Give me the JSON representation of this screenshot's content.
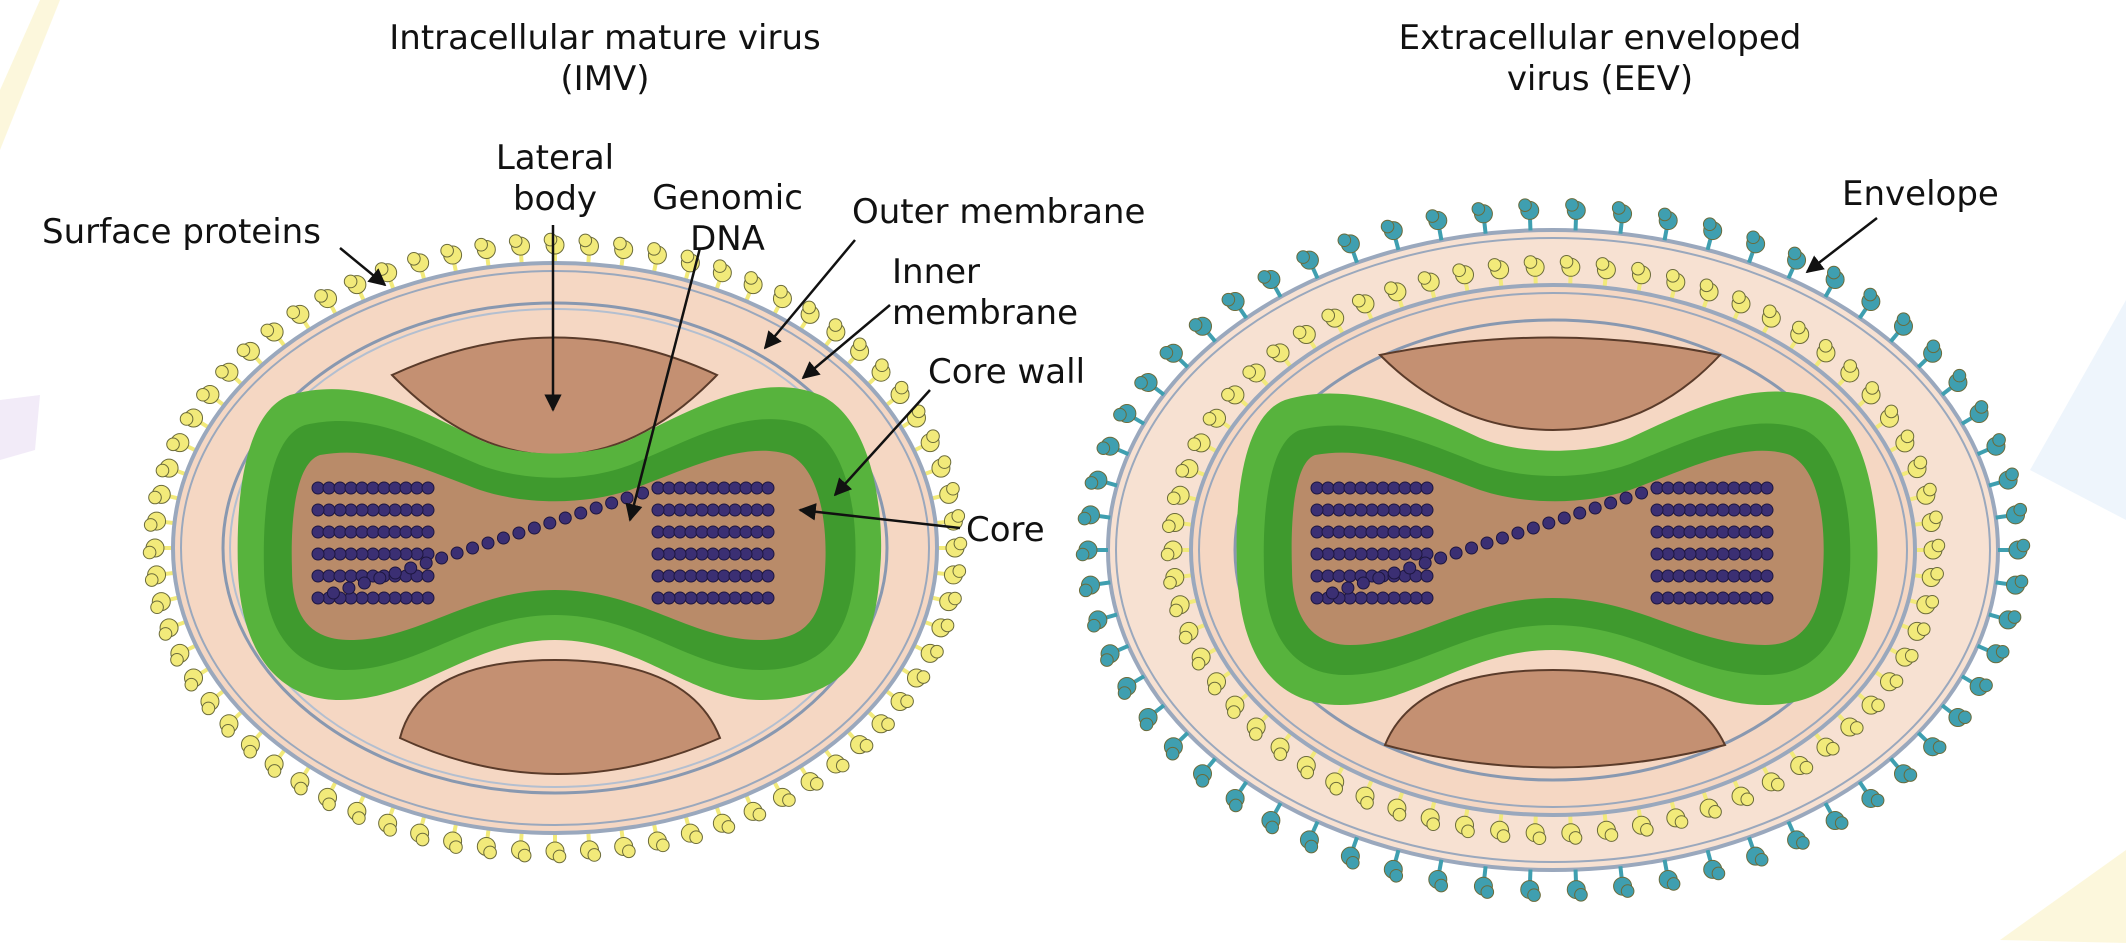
{
  "imv": {
    "title_line1": "Intracellular mature virus",
    "title_line2": "(IMV)",
    "labels": {
      "surface_proteins": "Surface proteins",
      "lateral_body_1": "Lateral",
      "lateral_body_2": "body",
      "genomic_dna_1": "Genomic",
      "genomic_dna_2": "DNA",
      "outer_membrane": "Outer membrane",
      "inner_membrane_1": "Inner",
      "inner_membrane_2": "membrane",
      "core_wall": "Core wall",
      "core": "Core"
    }
  },
  "eev": {
    "title_line1": "Extracellular enveloped",
    "title_line2": "virus (EEV)",
    "labels": {
      "envelope": "Envelope"
    }
  },
  "colors": {
    "surface_protein": "#f2ea7a",
    "envelope_protein": "#3f9fb0",
    "membrane": "#9aa8bd",
    "inner_fill": "#f5d7c3",
    "core_wall": "#57b33d",
    "core_wall_dark": "#3f9a2e",
    "lateral_body": "#c49072",
    "core": "#b98b69",
    "dna": "#3b2f73"
  }
}
